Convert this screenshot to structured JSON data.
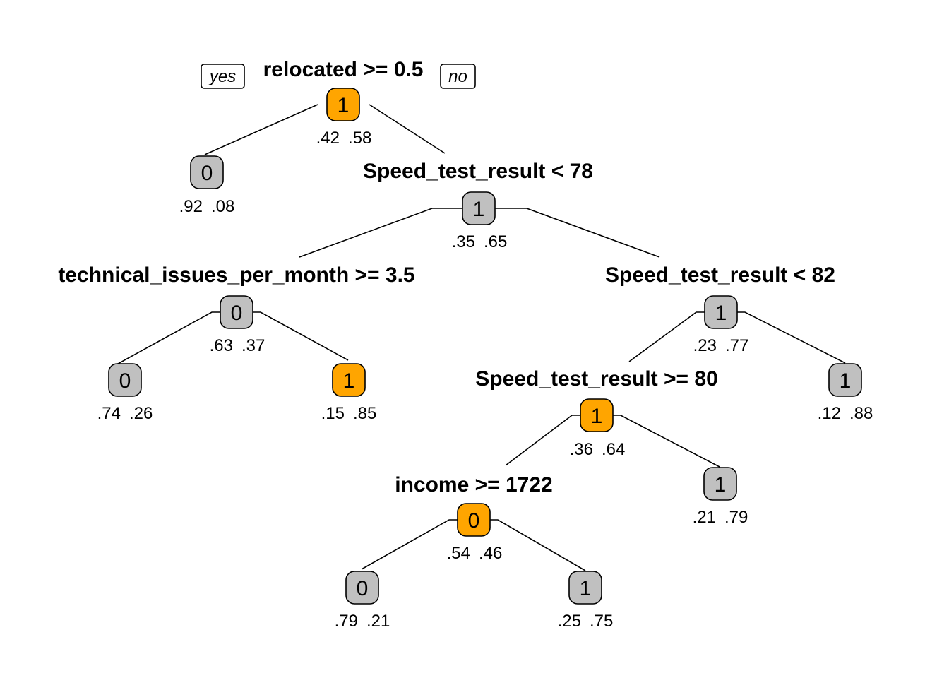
{
  "legend": {
    "yes": "yes",
    "no": "no"
  },
  "colors": {
    "predicts_one_split": "#ffa500",
    "neutral": "#c0c0c0"
  },
  "nodes": {
    "root": {
      "split": "relocated >= 0.5",
      "cls": "1",
      "p0": ".42",
      "p1": ".58",
      "fill": "#ffa500"
    },
    "n_left": {
      "cls": "0",
      "p0": ".92",
      "p1": ".08",
      "fill": "#c0c0c0"
    },
    "n_speed78": {
      "split": "Speed_test_result < 78",
      "cls": "1",
      "p0": ".35",
      "p1": ".65",
      "fill": "#c0c0c0"
    },
    "n_tech": {
      "split": "technical_issues_per_month >= 3.5",
      "cls": "0",
      "p0": ".63",
      "p1": ".37",
      "fill": "#c0c0c0"
    },
    "n_tech_l": {
      "cls": "0",
      "p0": ".74",
      "p1": ".26",
      "fill": "#c0c0c0"
    },
    "n_tech_r": {
      "cls": "1",
      "p0": ".15",
      "p1": ".85",
      "fill": "#ffa500"
    },
    "n_speed82": {
      "split": "Speed_test_result < 82",
      "cls": "1",
      "p0": ".23",
      "p1": ".77",
      "fill": "#c0c0c0"
    },
    "n_speed82_r": {
      "cls": "1",
      "p0": ".12",
      "p1": ".88",
      "fill": "#c0c0c0"
    },
    "n_speed80": {
      "split": "Speed_test_result >= 80",
      "cls": "1",
      "p0": ".36",
      "p1": ".64",
      "fill": "#ffa500"
    },
    "n_speed80_r": {
      "cls": "1",
      "p0": ".21",
      "p1": ".79",
      "fill": "#c0c0c0"
    },
    "n_income": {
      "split": "income >= 1722",
      "cls": "0",
      "p0": ".54",
      "p1": ".46",
      "fill": "#ffa500"
    },
    "n_income_l": {
      "cls": "0",
      "p0": ".79",
      "p1": ".21",
      "fill": "#c0c0c0"
    },
    "n_income_r": {
      "cls": "1",
      "p0": ".25",
      "p1": ".75",
      "fill": "#c0c0c0"
    }
  }
}
